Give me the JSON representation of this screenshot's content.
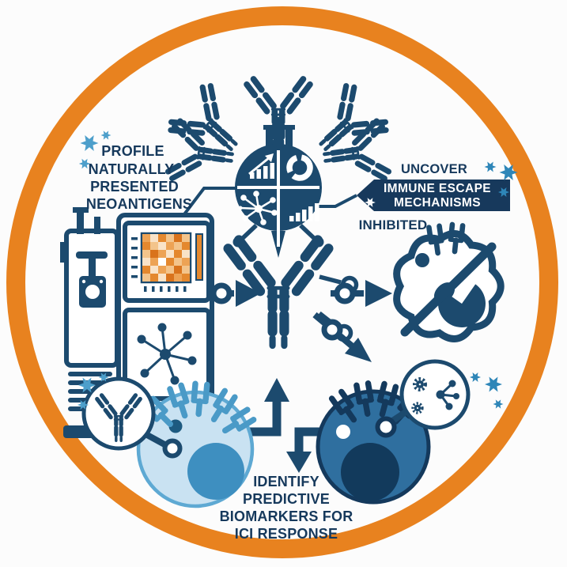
{
  "figure": {
    "type": "scientific-illustration",
    "labels": {
      "profile": "PROFILE",
      "naturally": "NATURALLY",
      "presented": "PRESENTED",
      "neoantigens": "NEOANTIGENS",
      "uncover": "UNCOVER",
      "immune_escape": "IMMUNE ESCAPE",
      "mechanisms": "MECHANISMS",
      "inhibited": "INHIBITED",
      "identify": "IDENTIFY",
      "predictive": "PREDICTIVE",
      "biomarkers_for": "BIOMARKERS FOR",
      "ici_response": "ICI RESPONSE"
    },
    "colors": {
      "ring_orange": "#E8821F",
      "navy": "#1C4A6E",
      "text_navy": "#16395C",
      "banner_navy": "#17395C",
      "white": "#FFFFFF",
      "star_light_blue": "#4D9FCB",
      "star_blue": "#2E86B8",
      "cell_light_fill": "#C9E2F2",
      "cell_light_border": "#5EA9D3",
      "cell_light_nucleus": "#3E8FC0",
      "cell_light_receptor": "#4A9AC7",
      "cell_light_dot": "#1D5A80",
      "cell_dark_fill": "#2F6F9F",
      "cell_dark_border": "#14395C",
      "cell_dark_nucleus": "#123A5C",
      "background": "#FCFCFC"
    },
    "heatmap": {
      "palette": [
        "#FFFFFF",
        "#F9E3C8",
        "#F3C48B",
        "#EDA355",
        "#E4882E",
        "#D9731C"
      ],
      "cells": [
        [
          3,
          1,
          4,
          2,
          5,
          2
        ],
        [
          4,
          2,
          1,
          3,
          2,
          4
        ],
        [
          2,
          5,
          3,
          1,
          4,
          1
        ],
        [
          1,
          3,
          0,
          4,
          2,
          3
        ],
        [
          4,
          1,
          3,
          2,
          5,
          2
        ],
        [
          2,
          4,
          1,
          5,
          3,
          4
        ]
      ]
    },
    "icons": {
      "starburst": "✳",
      "antibody": "Y",
      "magnifier": "○",
      "gear": "⚙",
      "arrow_connector": "➤"
    }
  }
}
